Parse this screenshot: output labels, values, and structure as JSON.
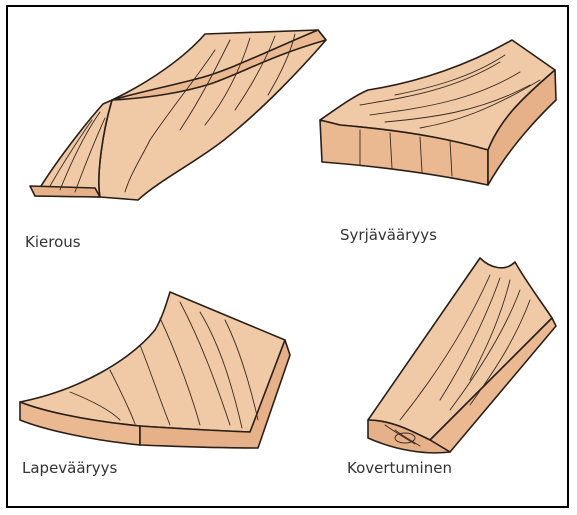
{
  "labels": {
    "twist": "Kierous",
    "crook": "Syrjävääryys",
    "bow": "Lapevääryys",
    "cup": "Kovertuminen"
  },
  "colors": {
    "wood_face": "#f0c9a6",
    "wood_side": "#eab992",
    "wood_end": "#e6b088",
    "outline": "#2a1f18",
    "grain": "#3a2a20"
  }
}
